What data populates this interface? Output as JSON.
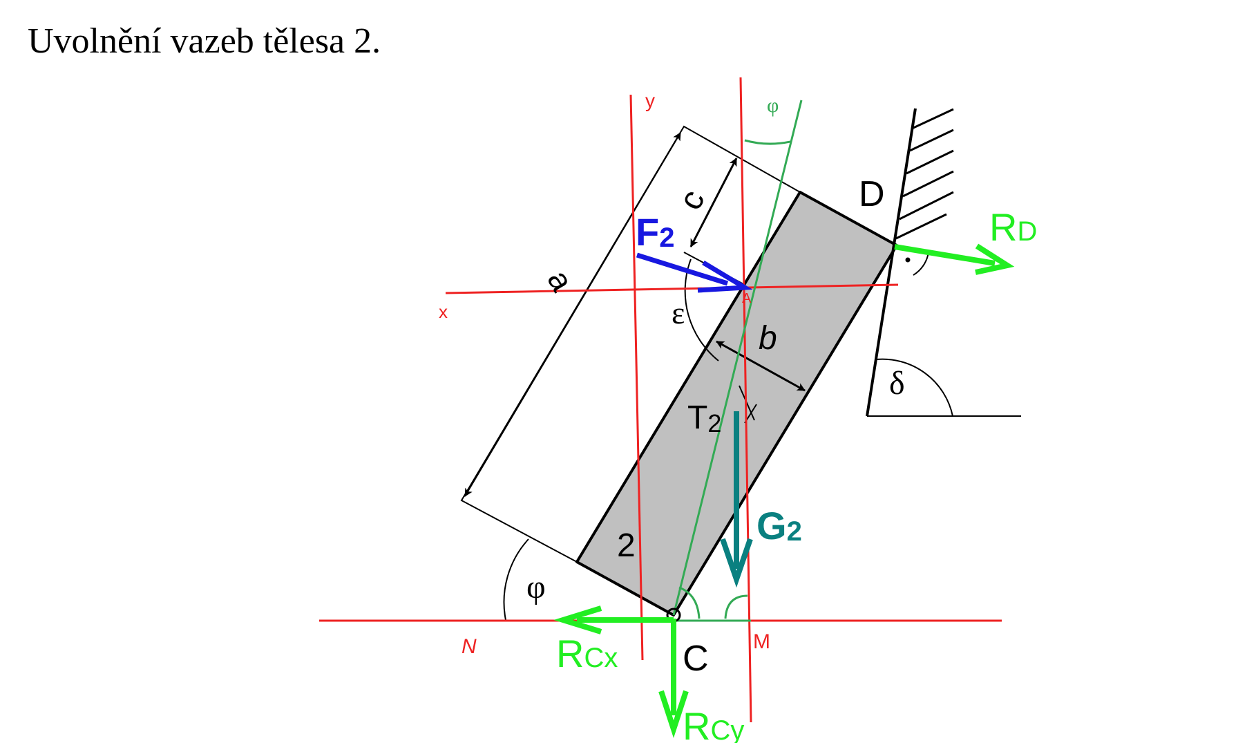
{
  "title": "Uvolnění vazeb tělesa 2.",
  "colors": {
    "body_fill": "#c0c0c0",
    "black": "#000000",
    "red": "#ee2222",
    "green_force": "#22ee22",
    "green_construction": "#33aa55",
    "blue_force": "#1818e0",
    "teal_force": "#0a8080"
  },
  "labels": {
    "a": "a",
    "b": "b",
    "c": "c",
    "D": "D",
    "C": "C",
    "T": "T",
    "T_sub": "2",
    "body_number": "2",
    "epsilon": "ε",
    "delta": "δ",
    "phi": "φ",
    "phi_top": "φ",
    "x_axis": "x",
    "y_axis": "y",
    "N": "N",
    "M": "M",
    "A": "A",
    "dot": "·"
  },
  "forces": {
    "F2": {
      "main": "F",
      "sub": "2"
    },
    "G2": {
      "main": "G",
      "sub": "2"
    },
    "RD": {
      "main": "R",
      "sub": "D"
    },
    "RCx": {
      "main": "R",
      "sub": "Cx"
    },
    "RCy": {
      "main": "R",
      "sub": "Cy"
    }
  }
}
